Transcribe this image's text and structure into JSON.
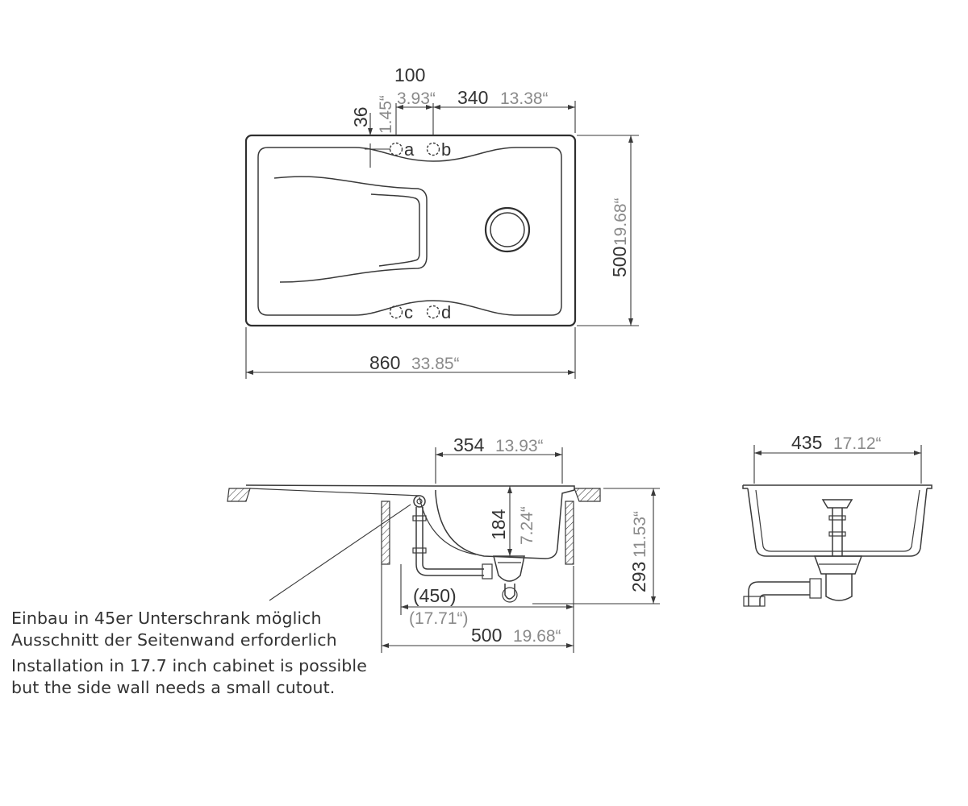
{
  "top_view": {
    "dim_offset": {
      "value": "100",
      "inch": "3.93“"
    },
    "dim_bowl_edge": {
      "value": "340",
      "inch": "13.38“"
    },
    "dim_tap_depth": {
      "value": "36",
      "inch": "1.45“"
    },
    "dim_depth": {
      "value": "500",
      "inch": "19.68“"
    },
    "dim_width": {
      "value": "860",
      "inch": "33.85“"
    },
    "tap_labels": [
      "a",
      "b",
      "c",
      "d"
    ]
  },
  "side_view": {
    "dim_bowl_width": {
      "value": "354",
      "inch": "13.93“"
    },
    "dim_bowl_depth": {
      "value": "184",
      "inch": "7.24“"
    },
    "dim_total_height": {
      "value": "293",
      "inch": "11.53“"
    },
    "dim_cabinet": {
      "value": "(450)",
      "inch": "(17.71“)"
    },
    "dim_sink_depth": {
      "value": "500",
      "inch": "19.68“"
    }
  },
  "front_view": {
    "dim_width": {
      "value": "435",
      "inch": "17.12“"
    }
  },
  "notes": [
    "Einbau in 45er Unterschrank möglich",
    "Ausschnitt der Seitenwand erforderlich",
    "Installation in 17.7 inch cabinet is possible",
    "but the side wall needs a small cutout."
  ]
}
